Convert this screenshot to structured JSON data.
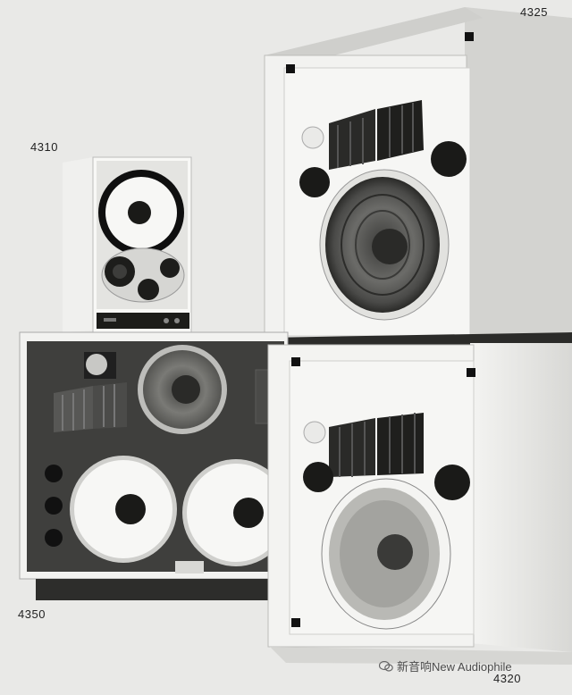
{
  "labels": {
    "top_right": "4325",
    "small_monitor": "4310",
    "large_monitor": "4350",
    "bottom_right": "4320"
  },
  "watermark": {
    "text": "新音响New Audiophile",
    "icon": "wechat-icon"
  },
  "colors": {
    "background": "#e9e9e7",
    "cabinet": "#f3f3f1",
    "baffle_dark": "#3e3e3e",
    "cone_dark": "#5a5a58",
    "cone_light": "#f5f5f3",
    "ring_black": "#111111"
  }
}
